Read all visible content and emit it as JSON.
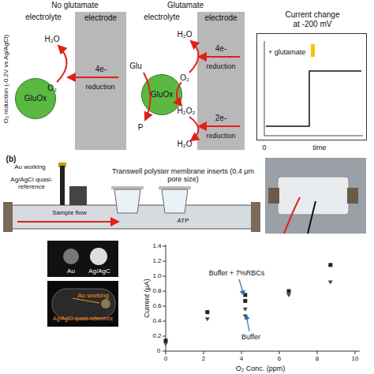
{
  "diagram": {
    "nodes": [
      {
        "text": [
          "electrode"
        ]
      },
      {
        "text": [
          "GluOx"
        ]
      },
      {
        "text": [
          "electrode"
        ]
      },
      {
        "text": [
          "GluOx"
        ]
      },
      {
        "text": [
          "Current change at -200 mV",
          "+ glutamate"
        ]
      }
    ],
    "labels": [
      "O₂ reduction (-0.2V vs Ag/AgCl)",
      "No glutamate",
      "electrolyte",
      "H₂O",
      "4e-",
      "reduction",
      "O₂",
      "Glutamate",
      "electrolyte",
      "H₂O",
      "4e-",
      "reduction",
      "Glu",
      "O₂",
      "P",
      "H₂O₂",
      "2e-",
      "reduction",
      "H₂O",
      "0",
      "time",
      "(b)",
      "Au working",
      "Ag/AgCl quasi-reference",
      "Transwell polyster membrane inserts (0.4 μm pore size)",
      "Sample flow",
      "ATP",
      "Au",
      "Ag/AgC",
      "Au working",
      "Ag/AgCl quasi-reference",
      "Current (μA)",
      "1.4",
      "1.2",
      "1.0",
      "0.8",
      "0.6",
      "0.4",
      "0.2",
      "0",
      "0",
      "2",
      "4",
      "6",
      "8",
      "10",
      "O₂ Conc. (ppm)",
      "Buffer + 7%RBCs",
      "Buffer"
    ]
  }
}
